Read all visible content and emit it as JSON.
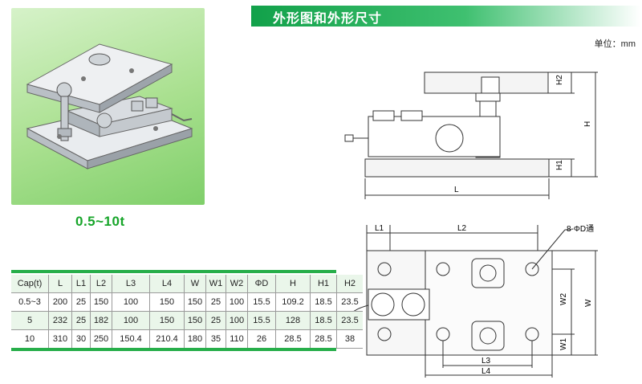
{
  "header": {
    "title": "外形图和外形尺寸",
    "unit": "单位：mm"
  },
  "product": {
    "range": "0.5~10t"
  },
  "drawing": {
    "side_labels": {
      "h2": "H2",
      "h": "H",
      "h1": "H1",
      "l": "L"
    },
    "top_labels": {
      "l1": "L1",
      "l2": "L2",
      "hole": "8-ΦD通",
      "w2": "W2",
      "w": "W",
      "w1": "W1",
      "l3": "L3",
      "l4": "L4"
    }
  },
  "spec_table": {
    "headers": [
      "Cap(t)",
      "L",
      "L1",
      "L2",
      "L3",
      "L4",
      "W",
      "W1",
      "W2",
      "ΦD",
      "H",
      "H1",
      "H2"
    ],
    "rows": [
      [
        "0.5~3",
        "200",
        "25",
        "150",
        "100",
        "150",
        "150",
        "25",
        "100",
        "15.5",
        "109.2",
        "18.5",
        "23.5"
      ],
      [
        "5",
        "232",
        "25",
        "182",
        "100",
        "150",
        "150",
        "25",
        "100",
        "15.5",
        "128",
        "18.5",
        "23.5"
      ],
      [
        "10",
        "310",
        "30",
        "250",
        "150.4",
        "210.4",
        "180",
        "35",
        "110",
        "26",
        "28.5",
        "28.5",
        "38"
      ]
    ]
  }
}
